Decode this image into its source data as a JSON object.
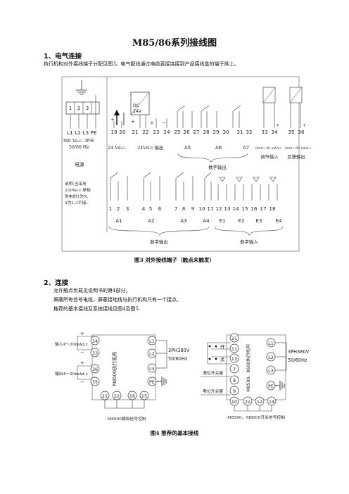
{
  "page": {
    "title": "M85/86系列接线图"
  },
  "section1": {
    "heading": "1、电气连接",
    "text": "执行机构对外接线端子分配见图3。电气配线通过电缆直接连接到产品接线盒的端子排上。"
  },
  "fig3": {
    "power_terms": [
      "1",
      "2",
      "3"
    ],
    "power_label": "L1 L2 L3 PE",
    "power_spec1": "380 Va.c. 3PH",
    "power_spec2": "50/60 Hz",
    "power_title": "电源",
    "note1": "说明:当采用",
    "note2": "220Va.c.单相",
    "note3": "供电时1为N,",
    "note4": "2为L,3不接。",
    "dc_label1": "DC",
    "dc_label2": "24V",
    "top_terms": [
      "19",
      "20",
      "21",
      "22",
      "23",
      "24",
      "25",
      "26",
      "27",
      "28",
      "29",
      "30",
      "31",
      "32",
      "33",
      "34",
      "35",
      "36"
    ],
    "label_24v": "24 Vd.c.",
    "label_24v_out": "24Vd.c.输出",
    "label_a5": "A5",
    "label_a6": "A6",
    "label_a7": "A7",
    "label_ma1": "0mA～20 mAd.c",
    "label_ma2": "0mA～20 mAd.c",
    "label_adjust_in": "调节输入",
    "label_feedback_out": "反馈输出",
    "label_digital_out_top": "数字输出",
    "bottom_terms": [
      "1",
      "2",
      "3",
      "4",
      "5",
      "6",
      "7",
      "8",
      "9",
      "10",
      "11",
      "12",
      "13",
      "14",
      "15",
      "16",
      "17",
      "18"
    ],
    "bottom_groups": [
      "A1",
      "A2",
      "A3",
      "A4",
      "E1",
      "E2",
      "E3",
      "E4"
    ],
    "label_digital_out_bottom": "数字输出",
    "label_digital_in": "数字输入",
    "caption": "图3 对外接线端子（触点未触发）"
  },
  "section2": {
    "heading": "2、连接",
    "line1": "允许触点负载见说明书的第4部分。",
    "line2": "屏蔽所有信号电缆，屏蔽接地线与执行机构只有一个接点。",
    "line3": "推荐的基本接线及系统接线见图4及图5."
  },
  "fig4": {
    "left": {
      "input_label": "输入4～20mAd.c",
      "output_label": "输出4～20mAd.c",
      "nodes_left": [
        "34",
        "33",
        "36",
        "35"
      ],
      "nodes_right": [
        "L1",
        "L2",
        "L3",
        "PE"
      ],
      "nodes_bottom": [
        "21",
        "22",
        "16",
        "15"
      ],
      "vertical": "M8500执行机构",
      "power": "3PH380V",
      "freq": "50/60Hz",
      "footer": "M8600模拟信号控制"
    },
    "right": {
      "nodes_left": [
        "21",
        "11",
        "13",
        "7",
        "8",
        "9",
        "10"
      ],
      "nodes_right": [
        "L1",
        "L2",
        "L3",
        "PE"
      ],
      "nodes_bottom": [
        "22",
        "12",
        "14"
      ],
      "open_label": "开",
      "close_label": "关",
      "full_open": "满位开关量",
      "zero_open": "零位开关量",
      "vertical": "M8500、8600执行机构",
      "power": "3PH380V",
      "freq": "50/60Hz",
      "footer": "M8500、M8600开关信号控制"
    },
    "caption": "图4 推荐的基本接线"
  }
}
